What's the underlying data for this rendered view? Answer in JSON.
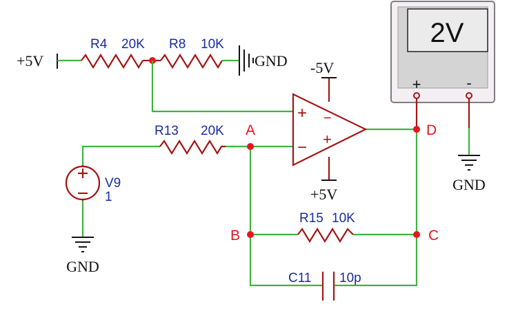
{
  "meter": {
    "reading": "2V",
    "plus": "+",
    "minus": "-"
  },
  "supplies": {
    "left_plus5": "+5V",
    "top_gnd": "GND",
    "op_neg": "-5V",
    "op_pos": "+5V",
    "meter_gnd": "GND",
    "source_gnd": "GND"
  },
  "resistors": {
    "r4": {
      "name": "R4",
      "value": "20K"
    },
    "r8": {
      "name": "R8",
      "value": "10K"
    },
    "r13": {
      "name": "R13",
      "value": "20K"
    },
    "r15": {
      "name": "R15",
      "value": "10K"
    }
  },
  "capacitor": {
    "name": "C11",
    "value": "10p"
  },
  "source": {
    "name": "V9",
    "value": "1"
  },
  "opamp": {
    "plus": "+",
    "minus": "−",
    "rail_minus": "−",
    "rail_plus": "+"
  },
  "nodes": {
    "a": "A",
    "b": "B",
    "c": "C",
    "d": "D"
  },
  "colors": {
    "wire": "#3fb23f",
    "component": "#a31515",
    "node": "#e8141e",
    "label": "#1a2aa0"
  }
}
